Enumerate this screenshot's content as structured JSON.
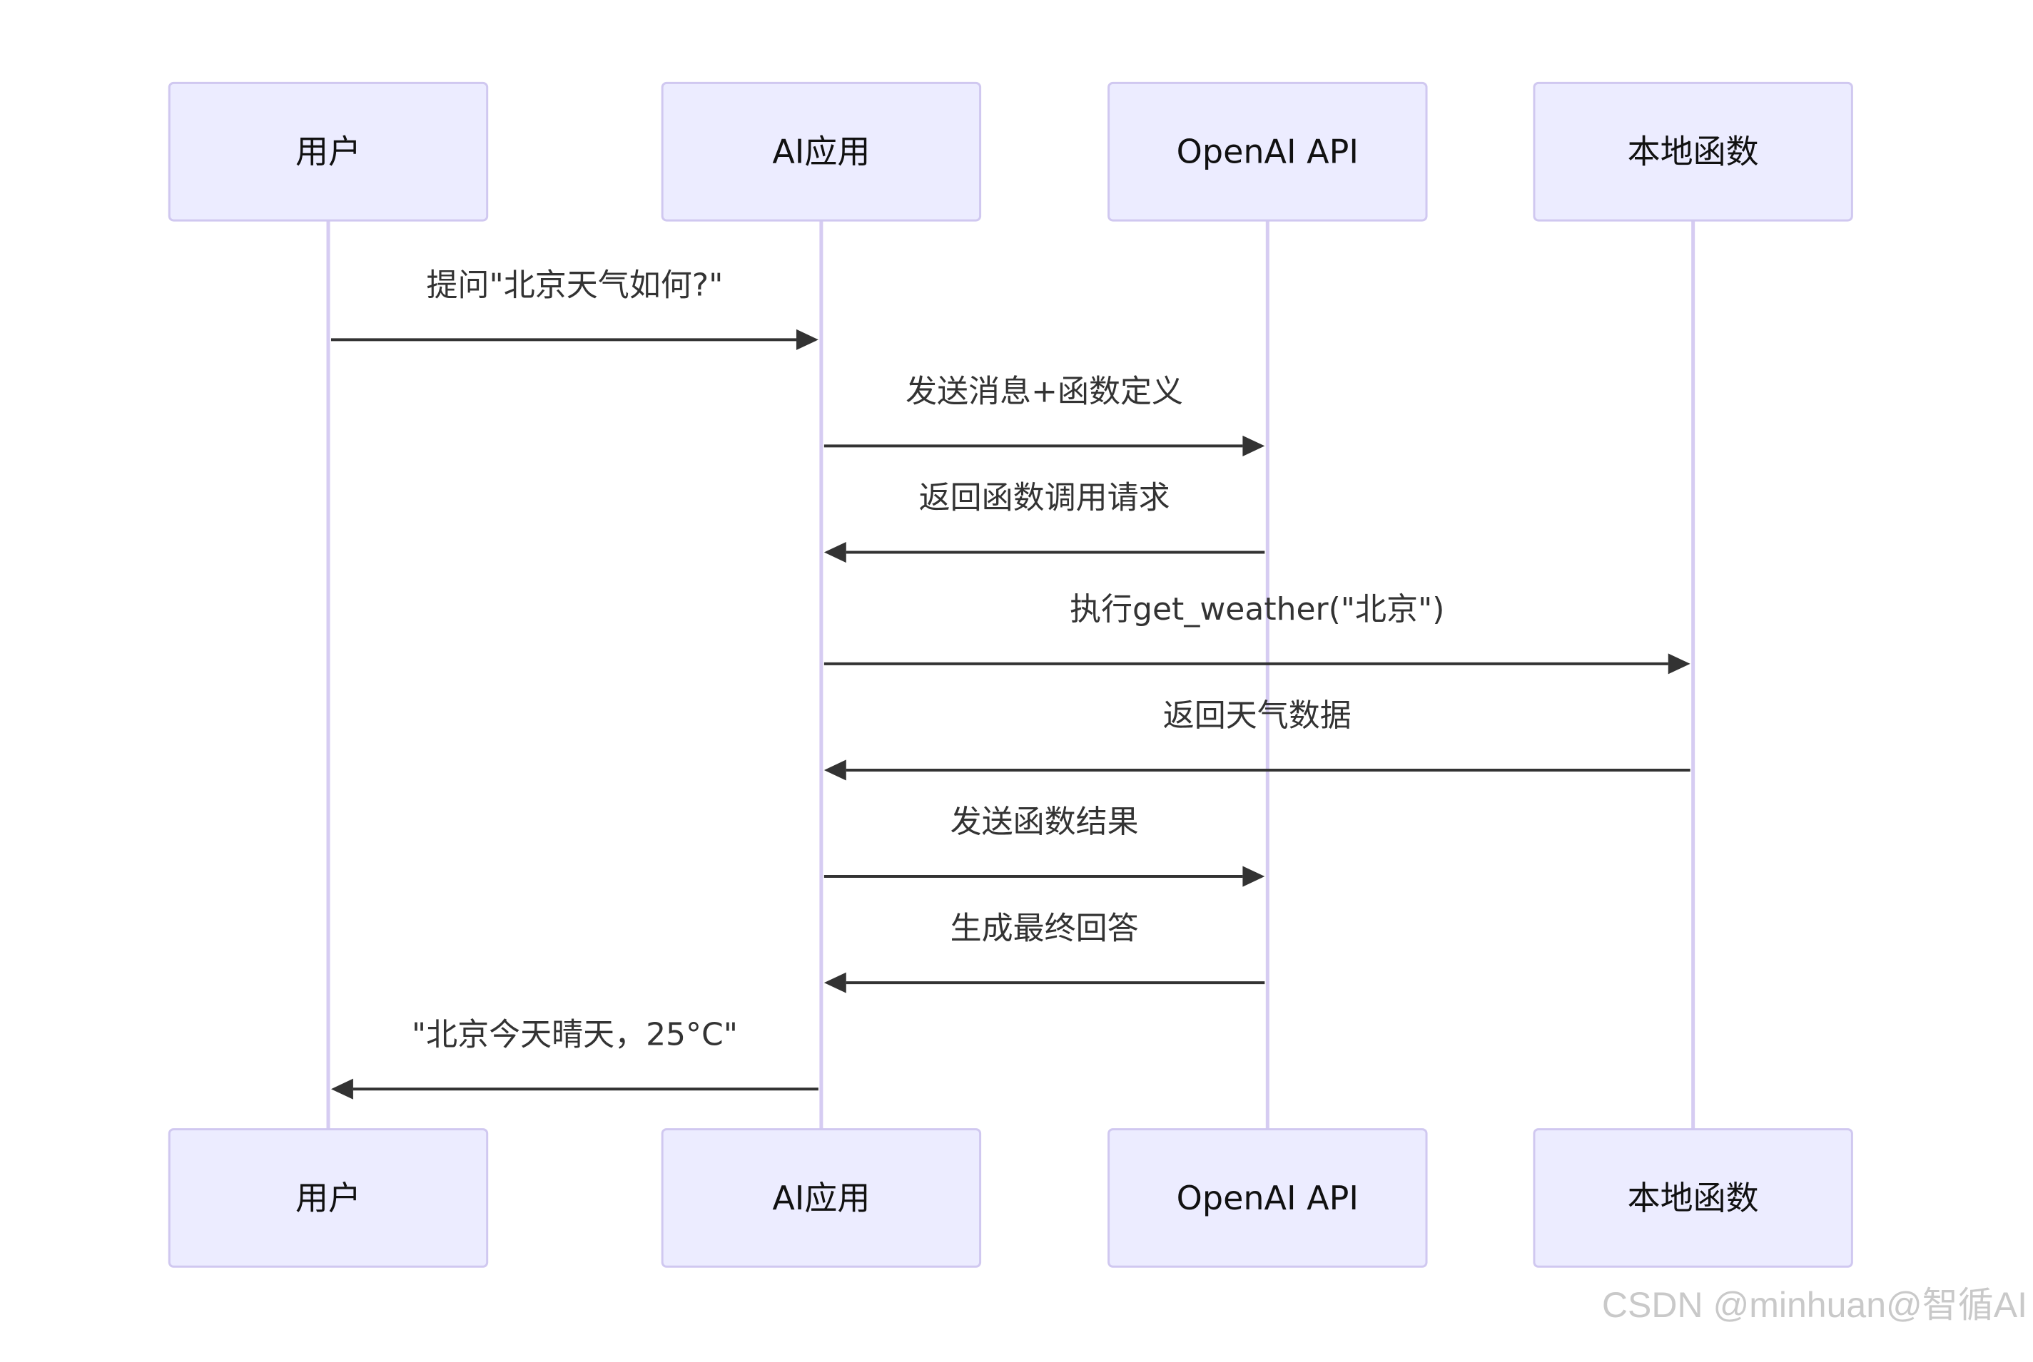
{
  "participants": [
    {
      "id": "user",
      "label": "用户"
    },
    {
      "id": "app",
      "label": "AI应用"
    },
    {
      "id": "openai",
      "label": "OpenAI API"
    },
    {
      "id": "local",
      "label": "本地函数"
    }
  ],
  "messages": [
    {
      "from": "user",
      "to": "app",
      "label": "提问\"北京天气如何?\""
    },
    {
      "from": "app",
      "to": "openai",
      "label": "发送消息+函数定义"
    },
    {
      "from": "openai",
      "to": "app",
      "label": "返回函数调用请求"
    },
    {
      "from": "app",
      "to": "local",
      "label": "执行get_weather(\"北京\")"
    },
    {
      "from": "local",
      "to": "app",
      "label": "返回天气数据"
    },
    {
      "from": "app",
      "to": "openai",
      "label": "发送函数结果"
    },
    {
      "from": "openai",
      "to": "app",
      "label": "生成最终回答"
    },
    {
      "from": "app",
      "to": "user",
      "label": "\"北京今天晴天，25°C\""
    }
  ],
  "watermark": "CSDN @minhuan@智循AI",
  "colors": {
    "actor_fill": "#ECECFF",
    "actor_stroke": "#D0C8F0",
    "lifeline": "#D6CCF2",
    "message": "#333333"
  }
}
